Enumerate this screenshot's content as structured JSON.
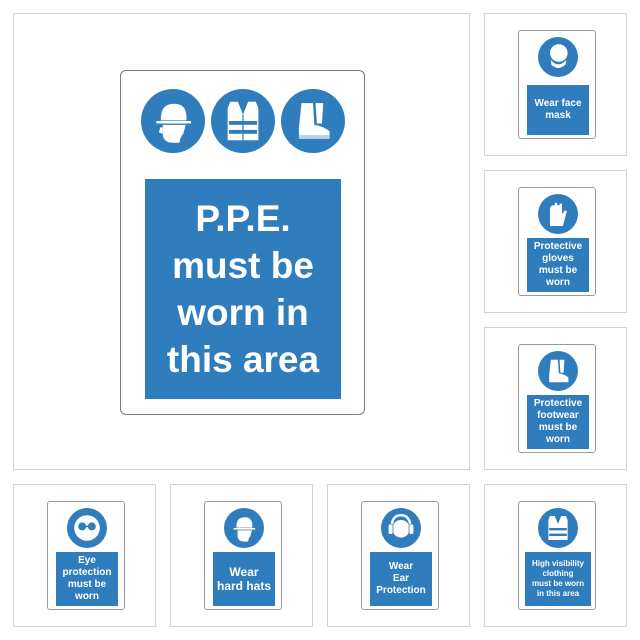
{
  "colors": {
    "sign_blue": "#2f7dbd",
    "tile_border": "#d3d3d3",
    "sign_border": "#7a7a7a"
  },
  "main_sign": {
    "icons": [
      "hard-hat-head-icon",
      "hi-vis-vest-icon",
      "safety-boot-icon"
    ],
    "text": "P.P.E.\nmust be\nworn in\nthis area"
  },
  "tiles": [
    {
      "name": "face-mask",
      "icon": "face-mask-icon",
      "text": "Wear face\nmask"
    },
    {
      "name": "gloves",
      "icon": "gloves-icon",
      "text": "Protective\ngloves\nmust be\nworn"
    },
    {
      "name": "footwear",
      "icon": "safety-boot-icon",
      "text": "Protective\nfootwear\nmust be\nworn"
    },
    {
      "name": "eye-protection",
      "icon": "goggles-icon",
      "text": "Eye\nprotection\nmust be\nworn"
    },
    {
      "name": "hard-hats",
      "icon": "hard-hat-head-icon",
      "text": "Wear\nhard hats"
    },
    {
      "name": "ear-protection",
      "icon": "ear-defenders-icon",
      "text": "Wear\nEar\nProtection"
    },
    {
      "name": "hi-vis",
      "icon": "hi-vis-vest-icon",
      "text": "High visibility\nclothing\nmust be worn\nin this area"
    }
  ]
}
